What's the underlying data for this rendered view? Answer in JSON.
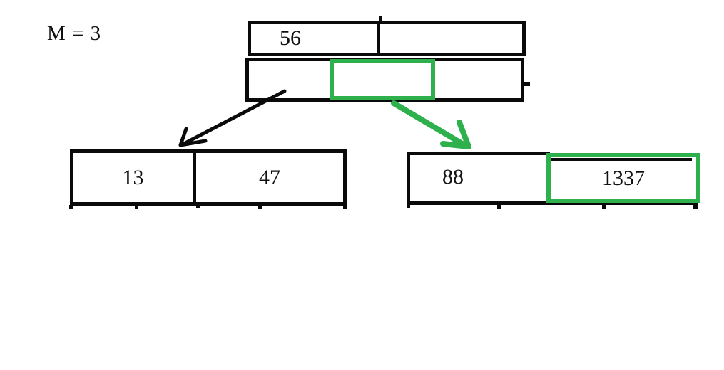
{
  "diagram": {
    "order_label": "M = 3",
    "colors": {
      "stroke": "#0a0a0a",
      "highlight": "#2eb14d",
      "text": "#101010"
    },
    "root": {
      "keys": [
        "56",
        ""
      ],
      "pointer_cells": [
        "",
        "",
        ""
      ],
      "highlighted_pointer_index": 1
    },
    "children": {
      "left": {
        "keys": [
          "13",
          "47"
        ]
      },
      "right": {
        "keys": [
          "88",
          "1337"
        ],
        "highlighted_key_index": 1
      }
    },
    "edges": [
      {
        "name": "root-to-left-child",
        "color_role": "stroke"
      },
      {
        "name": "root-to-right-child",
        "color_role": "highlight"
      }
    ]
  }
}
